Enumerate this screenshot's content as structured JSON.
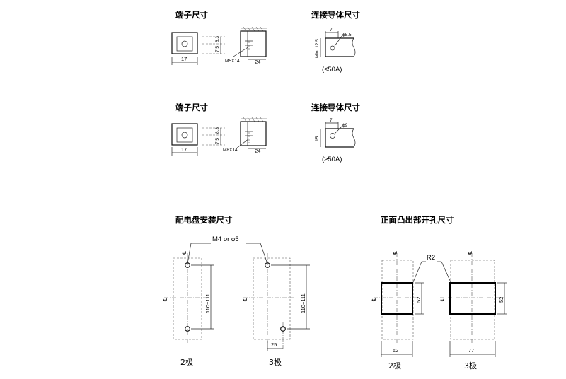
{
  "section1": {
    "terminal_title": "端子尺寸",
    "conductor_title": "连接导体尺寸",
    "dim_width": "17",
    "dim_top": "8.3",
    "dim_bottom": "7.5",
    "screw": "M5X14",
    "dim_depth": "24",
    "cond_min": "Min. 12.5",
    "cond_top": "7",
    "cond_hole": "ϕ5.5",
    "rating": "(≤50A)"
  },
  "section2": {
    "terminal_title": "端子尺寸",
    "conductor_title": "连接导体尺寸",
    "dim_width": "17",
    "dim_top": "8.3",
    "dim_bottom": "7.5",
    "screw": "M8X14",
    "dim_depth": "24",
    "cond_height": "15",
    "cond_top": "7",
    "cond_hole": "ϕ9",
    "rating": "(≥50A)"
  },
  "mounting": {
    "title": "配电盘安装尺寸",
    "callout": "M4 or ϕ5",
    "dim_height_2p": "110~111",
    "dim_height_3p": "110~111",
    "dim_offset": "25",
    "label_2p": "2极",
    "label_3p": "3极"
  },
  "cutout": {
    "title": "正面凸出部开孔尺寸",
    "radius": "R2",
    "height_2p": "52",
    "height_3p": "52",
    "width_2p": "52",
    "width_3p": "77",
    "label_2p": "2极",
    "label_3p": "3极"
  },
  "symbols": {
    "centerline": "℄"
  }
}
